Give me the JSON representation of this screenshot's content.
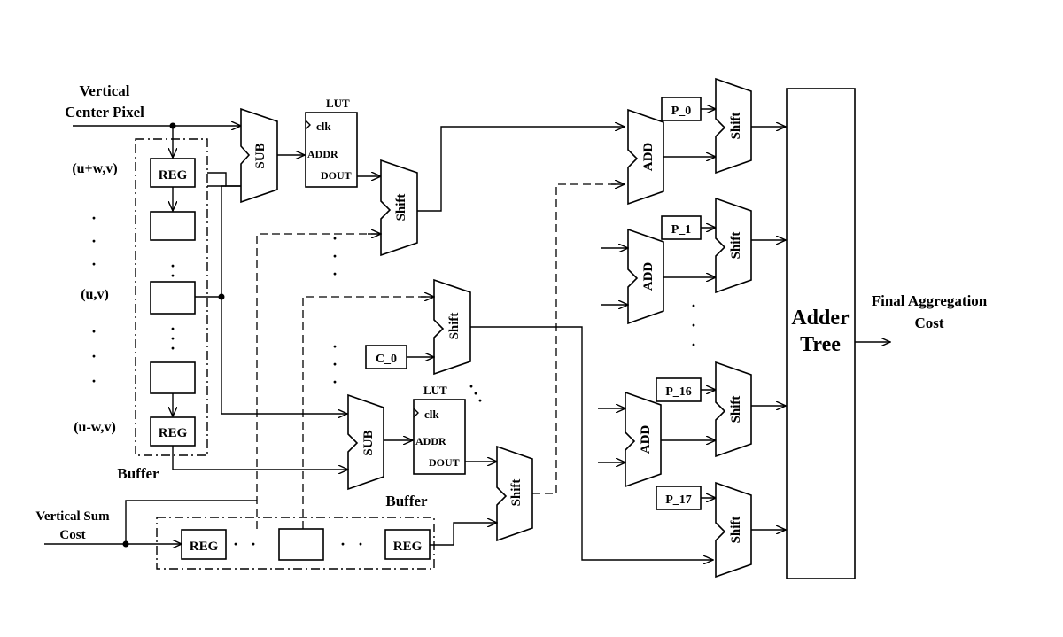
{
  "labels": {
    "vertical_center_pixel_1": "Vertical",
    "vertical_center_pixel_2": "Center Pixel",
    "vertical_sum_cost_1": "Vertical Sum",
    "vertical_sum_cost_2": "Cost",
    "index_top": "(u+w,v)",
    "index_mid": "(u,v)",
    "index_bottom": "(u-w,v)",
    "buffer_left": "Buffer",
    "buffer_bottom": "Buffer",
    "final_cost_1": "Final Aggregation",
    "final_cost_2": "Cost"
  },
  "blocks": {
    "reg": "REG",
    "sub": "SUB",
    "add": "ADD",
    "shift": "Shift",
    "lut": "LUT",
    "clk": "clk",
    "addr": "ADDR",
    "dout": "DOUT",
    "adder_tree_1": "Adder",
    "adder_tree_2": "Tree",
    "c0": "C_0",
    "p0": "P_0",
    "p1": "P_1",
    "p16": "P_16",
    "p17": "P_17"
  }
}
